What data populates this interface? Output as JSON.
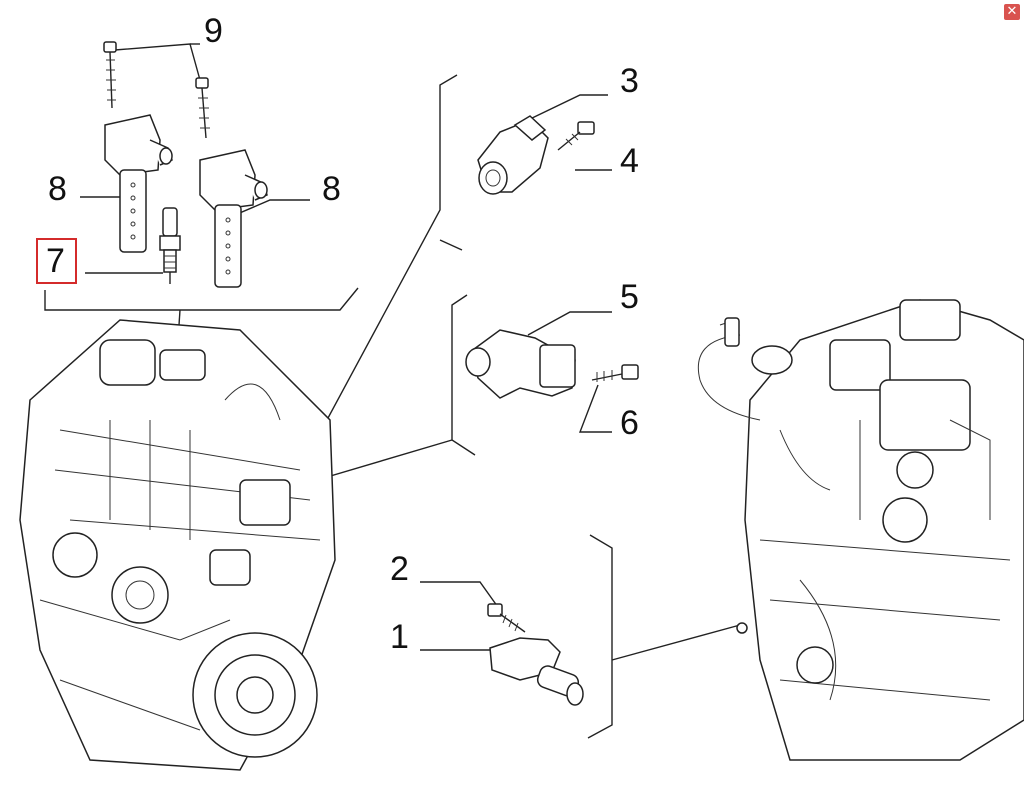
{
  "close_button": {
    "glyph": "✕"
  },
  "callouts": {
    "c1": "1",
    "c2": "2",
    "c3": "3",
    "c4": "4",
    "c5": "5",
    "c6": "6",
    "c7": "7",
    "c8a": "8",
    "c8b": "8",
    "c9": "9"
  },
  "selected_callout": "7",
  "colors": {
    "highlight": "#d42b2b",
    "close": "#d9534f",
    "line": "#222222"
  }
}
